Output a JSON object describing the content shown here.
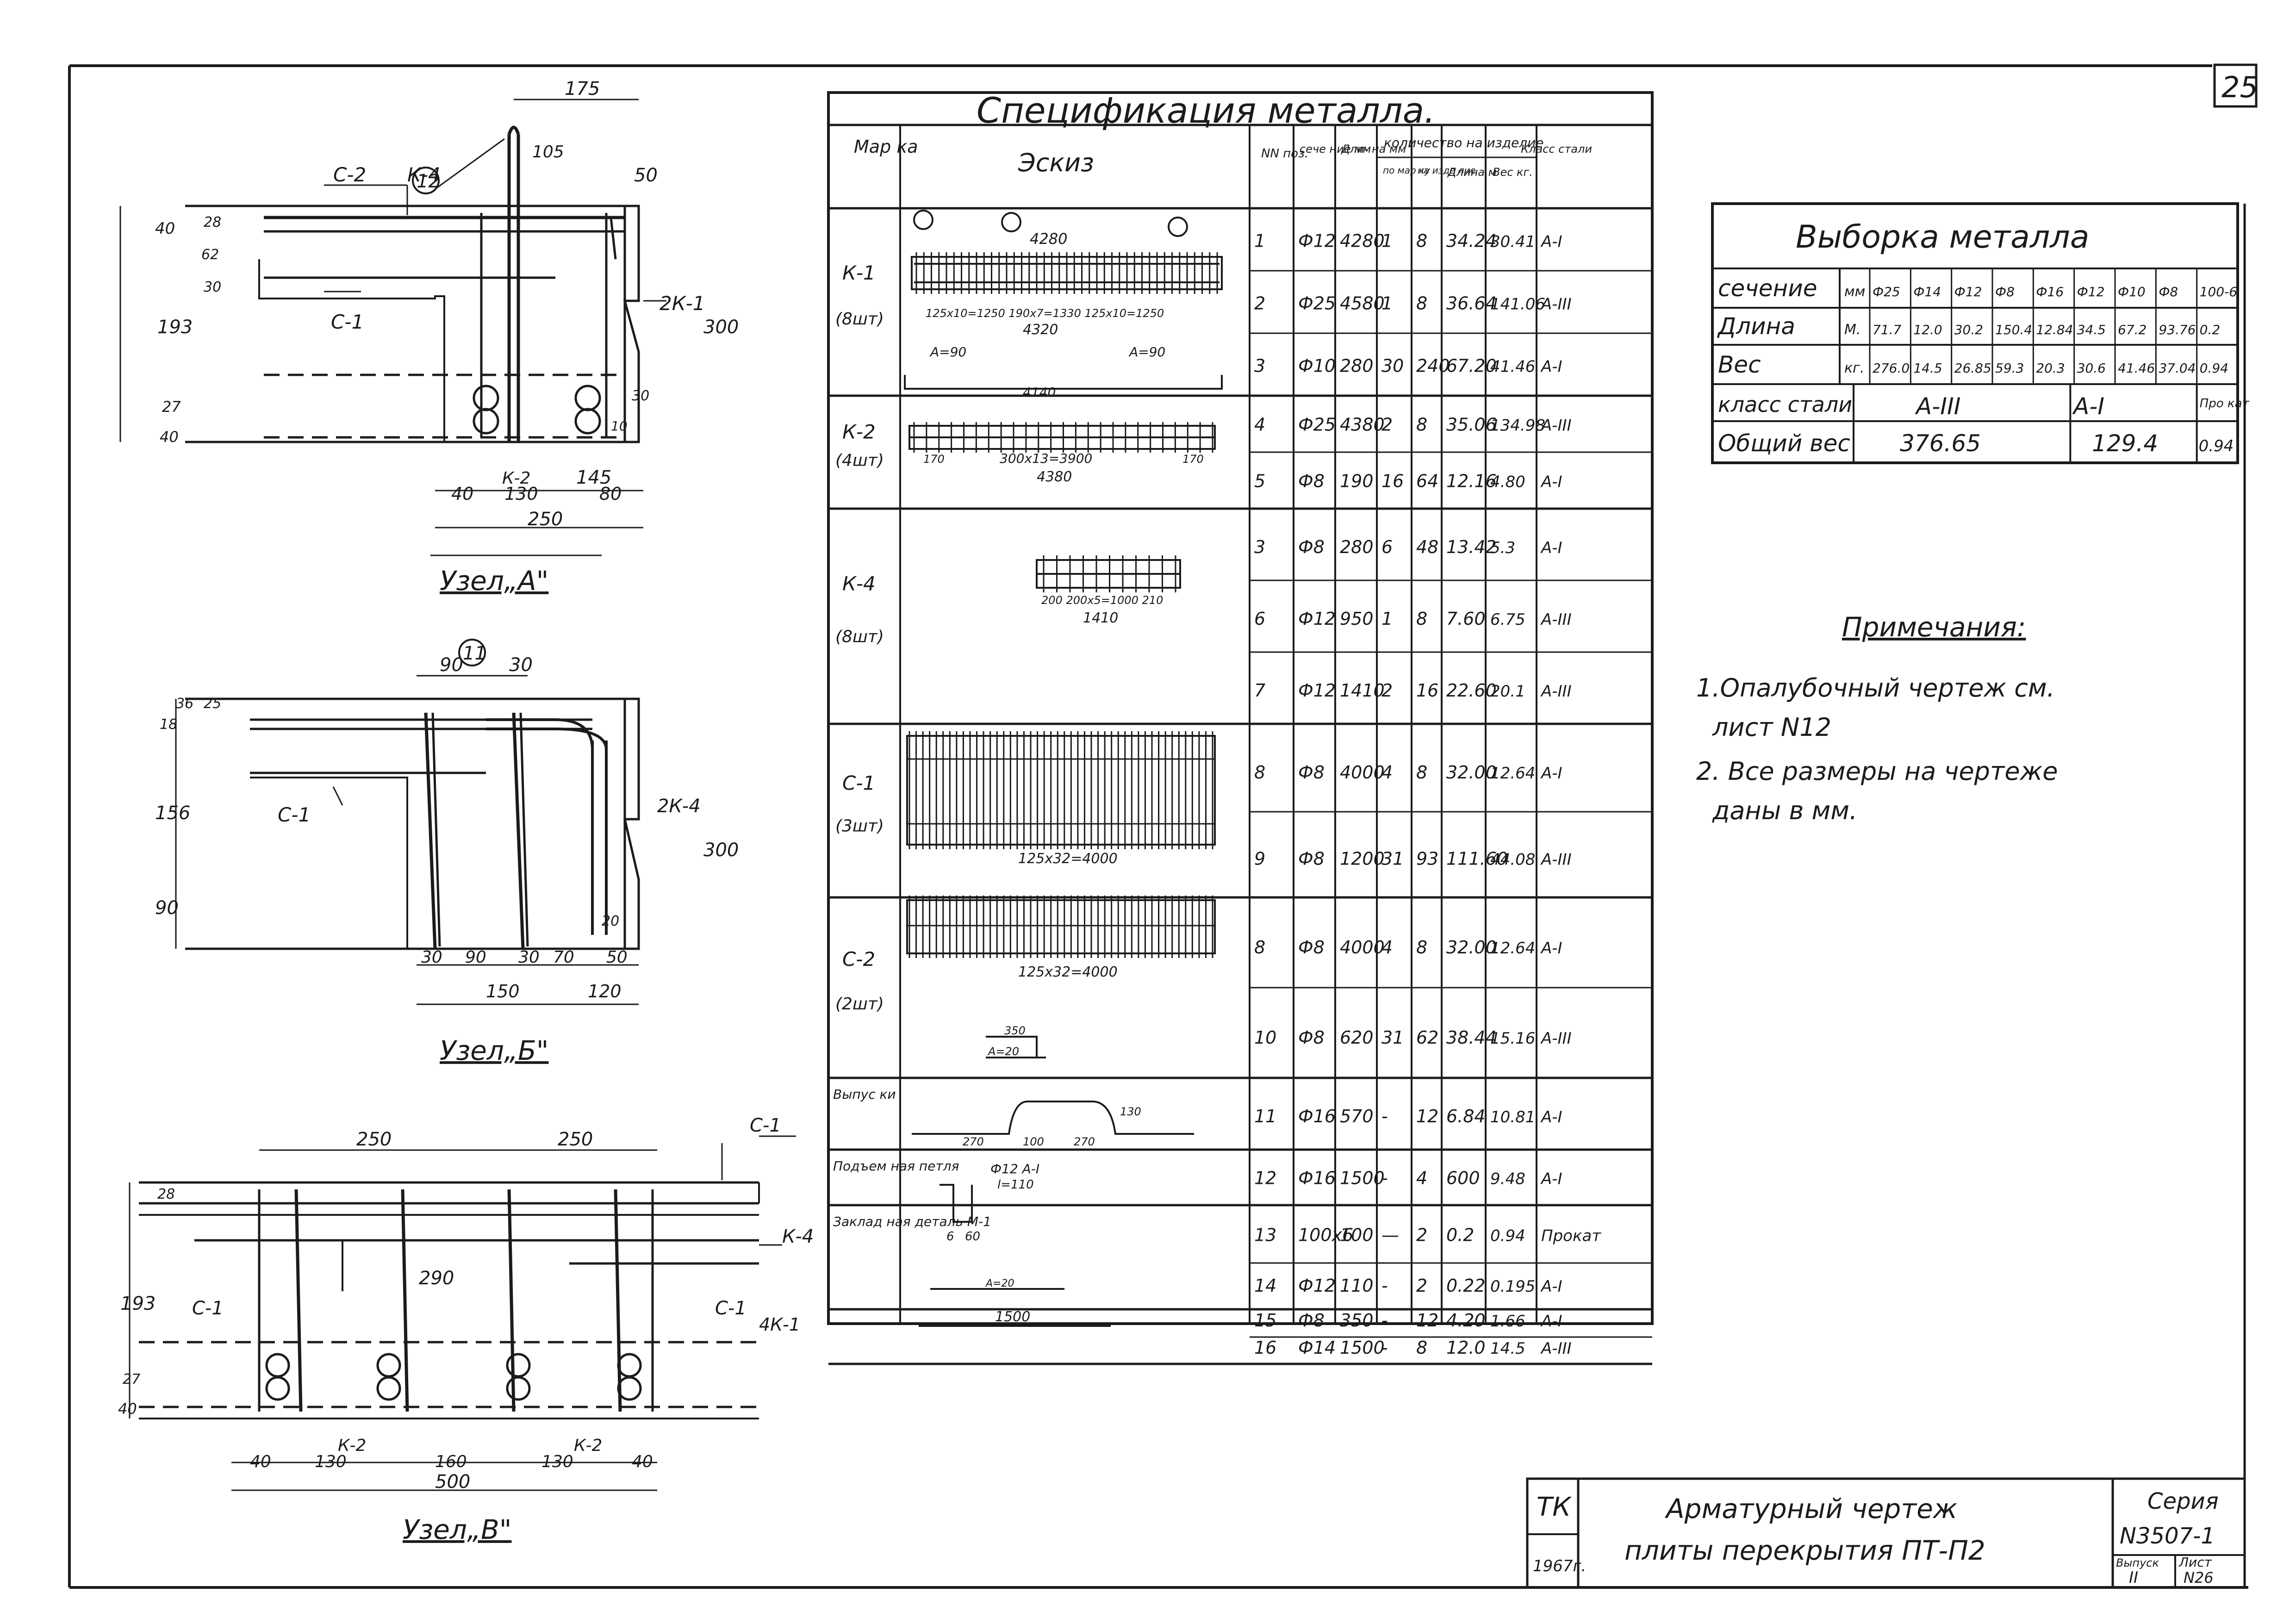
{
  "sheet_number": "25",
  "uzel_a": {
    "title": "Узел„А\"",
    "dims": {
      "d175": "175",
      "d105": "105",
      "d50": "50",
      "d40": "40",
      "d28": "28",
      "d62": "62",
      "d30": "30",
      "d193": "193",
      "d300": "300",
      "d27": "27",
      "d40b": "40",
      "d10": "10",
      "d30b": "30",
      "d145": "145",
      "d40c": "40",
      "d130": "130",
      "d80": "80",
      "d250": "250"
    },
    "labels": {
      "c2": "С-2",
      "k4": "К-4",
      "c1": "С-1",
      "k1": "2К-1",
      "k2": "К-2",
      "pos12": "12"
    }
  },
  "uzel_b": {
    "title": "Узел„Б\"",
    "dims": {
      "d90": "90",
      "d30": "30",
      "d18": "18",
      "d36": "36",
      "d25": "25",
      "d156": "156",
      "d90v": "90",
      "d20": "20",
      "d30a": "30",
      "d90a": "90",
      "d30b": "30",
      "d70": "70",
      "d50": "50",
      "d150": "150",
      "d120": "120",
      "d300": "300"
    },
    "labels": {
      "c1": "С-1",
      "k4": "2К-4",
      "pos11": "11"
    }
  },
  "uzel_v": {
    "title": "Узел„В\"",
    "dims": {
      "d250a": "250",
      "d250b": "250",
      "d28": "28",
      "d193": "193",
      "d40": "40",
      "d27": "27",
      "d290": "290",
      "d40a": "40",
      "d130a": "130",
      "d160": "160",
      "d130b": "130",
      "d40b": "40",
      "d500": "500"
    },
    "labels": {
      "c1top": "С-1",
      "k4": "К-4",
      "c1left": "С-1",
      "c1right": "С-1",
      "k1": "4К-1",
      "k2a": "К-2",
      "k2b": "К-2"
    }
  },
  "spec": {
    "title": "Спецификация металла.",
    "headers": {
      "mark": "Мар ка",
      "sketch": "Эскиз",
      "pos": "NN поз.",
      "section": "сече ние мм",
      "length": "Дли- на мм",
      "qty": "количество на изделие",
      "qty_mark": "по мар ку",
      "qty_item": "на изде лие",
      "len_m": "Длина м",
      "weight": "Вес кг.",
      "steel": "Класс стали"
    },
    "groups": [
      {
        "mark": "К-1",
        "count": "(8шт)",
        "rows": [
          {
            "pos": "1",
            "section": "Ф12",
            "length": "4280",
            "qty_mark": "1",
            "qty_item": "8",
            "len_m": "34.24",
            "weight": "30.41",
            "steel": "А-I"
          },
          {
            "pos": "2",
            "section": "Ф25",
            "length": "4580",
            "qty_mark": "1",
            "qty_item": "8",
            "len_m": "36.64",
            "weight": "141.06",
            "steel": "А-III"
          },
          {
            "pos": "3",
            "section": "Ф10",
            "length": "280",
            "qty_mark": "30",
            "qty_item": "240",
            "len_m": "67.20",
            "weight": "41.46",
            "steel": "А-I"
          }
        ]
      },
      {
        "mark": "К-2",
        "count": "(4шт)",
        "rows": [
          {
            "pos": "4",
            "section": "Ф25",
            "length": "4380",
            "qty_mark": "2",
            "qty_item": "8",
            "len_m": "35.06",
            "weight": "134.98",
            "steel": "А-III"
          },
          {
            "pos": "5",
            "section": "Ф8",
            "length": "190",
            "qty_mark": "16",
            "qty_item": "64",
            "len_m": "12.16",
            "weight": "4.80",
            "steel": "А-I"
          }
        ]
      },
      {
        "mark": "К-4",
        "count": "(8шт)",
        "rows": [
          {
            "pos": "3",
            "section": "Ф8",
            "length": "280",
            "qty_mark": "6",
            "qty_item": "48",
            "len_m": "13.42",
            "weight": "5.3",
            "steel": "А-I"
          },
          {
            "pos": "6",
            "section": "Ф12",
            "length": "950",
            "qty_mark": "1",
            "qty_item": "8",
            "len_m": "7.60",
            "weight": "6.75",
            "steel": "А-III"
          },
          {
            "pos": "7",
            "section": "Ф12",
            "length": "1410",
            "qty_mark": "2",
            "qty_item": "16",
            "len_m": "22.60",
            "weight": "20.1",
            "steel": "А-III"
          }
        ]
      },
      {
        "mark": "С-1",
        "count": "(3шт)",
        "rows": [
          {
            "pos": "8",
            "section": "Ф8",
            "length": "4000",
            "qty_mark": "4",
            "qty_item": "8",
            "len_m": "32.00",
            "weight": "12.64",
            "steel": "А-I"
          },
          {
            "pos": "9",
            "section": "Ф8",
            "length": "1200",
            "qty_mark": "31",
            "qty_item": "93",
            "len_m": "111.60",
            "weight": "44.08",
            "steel": "А-III"
          }
        ]
      },
      {
        "mark": "С-2",
        "count": "(2шт)",
        "rows": [
          {
            "pos": "8",
            "section": "Ф8",
            "length": "4000",
            "qty_mark": "4",
            "qty_item": "8",
            "len_m": "32.00",
            "weight": "12.64",
            "steel": "А-I"
          },
          {
            "pos": "10",
            "section": "Ф8",
            "length": "620",
            "qty_mark": "31",
            "qty_item": "62",
            "len_m": "38.44",
            "weight": "15.16",
            "steel": "А-III"
          }
        ]
      },
      {
        "mark": "Выпус ки",
        "count": "",
        "rows": [
          {
            "pos": "11",
            "section": "Ф16",
            "length": "570",
            "qty_mark": "-",
            "qty_item": "12",
            "len_m": "6.84",
            "weight": "10.81",
            "steel": "А-I"
          }
        ]
      },
      {
        "mark": "Подъем ная петля",
        "count": "",
        "rows": [
          {
            "pos": "12",
            "section": "Ф16",
            "length": "1500",
            "qty_mark": "-",
            "qty_item": "4",
            "len_m": "600",
            "weight": "9.48",
            "steel": "А-I"
          }
        ]
      },
      {
        "mark": "Заклад ная деталь М-1",
        "count": "",
        "rows": [
          {
            "pos": "13",
            "section": "100х6",
            "length": "100",
            "qty_mark": "—",
            "qty_item": "2",
            "len_m": "0.2",
            "weight": "0.94",
            "steel": "Прокат"
          },
          {
            "pos": "14",
            "section": "Ф12",
            "length": "110",
            "qty_mark": "-",
            "qty_item": "2",
            "len_m": "0.22",
            "weight": "0.195",
            "steel": "А-I"
          }
        ]
      },
      {
        "mark": "",
        "count": "",
        "rows": [
          {
            "pos": "15",
            "section": "Ф8",
            "length": "350",
            "qty_mark": "-",
            "qty_item": "12",
            "len_m": "4.20",
            "weight": "1.66",
            "steel": "А-I"
          },
          {
            "pos": "16",
            "section": "Ф14",
            "length": "1500",
            "qty_mark": "-",
            "qty_item": "8",
            "len_m": "12.0",
            "weight": "14.5",
            "steel": "А-III"
          }
        ]
      }
    ],
    "sketch_notes": {
      "k1_top": "4280",
      "k1_mid": "125х10=1250 190х7=1330 125х10=1250",
      "k1_bot": "4320",
      "k1_b": "4140",
      "k1_a1": "А=90",
      "k1_a2": "А=90",
      "k2_mid": "300х13=3900",
      "k2_bot": "4380",
      "k2_170a": "170",
      "k2_170b": "170",
      "k4_mid": "200 200х5=1000 210",
      "k4_bot": "1410",
      "c1_bot": "125х32=4000",
      "c2_bot": "125х32=4000",
      "vyp_a": "А=20",
      "vyp_top": "350",
      "petl_a": "270",
      "petl_b": "100",
      "petl_c": "270",
      "petl_d": "130",
      "m1_text": "Ф12 А-I",
      "m1_l": "l=110",
      "m1_6": "6",
      "m1_60": "60",
      "r15": "А=20",
      "r16": "1500"
    }
  },
  "vyborka": {
    "title": "Выборка металла",
    "row_labels": {
      "section": "сечение",
      "length": "Длина",
      "weight": "Вес",
      "steel": "класс стали",
      "total": "Общий вес"
    },
    "units": {
      "section": "мм",
      "length": "М.",
      "weight": "кг."
    },
    "columns": [
      {
        "section": "Ф25",
        "length": "71.7",
        "weight": "276.0"
      },
      {
        "section": "Ф14",
        "length": "12.0",
        "weight": "14.5"
      },
      {
        "section": "Ф12",
        "length": "30.2",
        "weight": "26.85"
      },
      {
        "section": "Ф8",
        "length": "150.4",
        "weight": "59.3"
      },
      {
        "section": "Ф16",
        "length": "12.84",
        "weight": "20.3"
      },
      {
        "section": "Ф12",
        "length": "34.5",
        "weight": "30.6"
      },
      {
        "section": "Ф10",
        "length": "67.2",
        "weight": "41.46"
      },
      {
        "section": "Ф8",
        "length": "93.76",
        "weight": "37.04"
      },
      {
        "section": "100-6",
        "length": "0.2",
        "weight": "0.94"
      }
    ],
    "steel_groups": {
      "a3": "А-III",
      "a1": "А-I",
      "prokat": "Про кат"
    },
    "totals": {
      "a3": "376.65",
      "a1": "129.4",
      "prokat": "0.94"
    }
  },
  "notes": {
    "title": "Примечания:",
    "items": [
      "1.Опалубочный чертеж см.",
      "лист N12",
      "2. Все размеры на чертеже",
      "даны в мм."
    ]
  },
  "title_block": {
    "org": "ТК",
    "year": "1967г.",
    "title_line1": "Арматурный чертеж",
    "title_line2": "плиты перекрытия ПТ-П2",
    "series_label": "Серия",
    "series_number": "N3507-1",
    "issue_label": "Выпуск",
    "issue_value": "II",
    "sheet_label": "Лист",
    "sheet_value": "N26"
  }
}
